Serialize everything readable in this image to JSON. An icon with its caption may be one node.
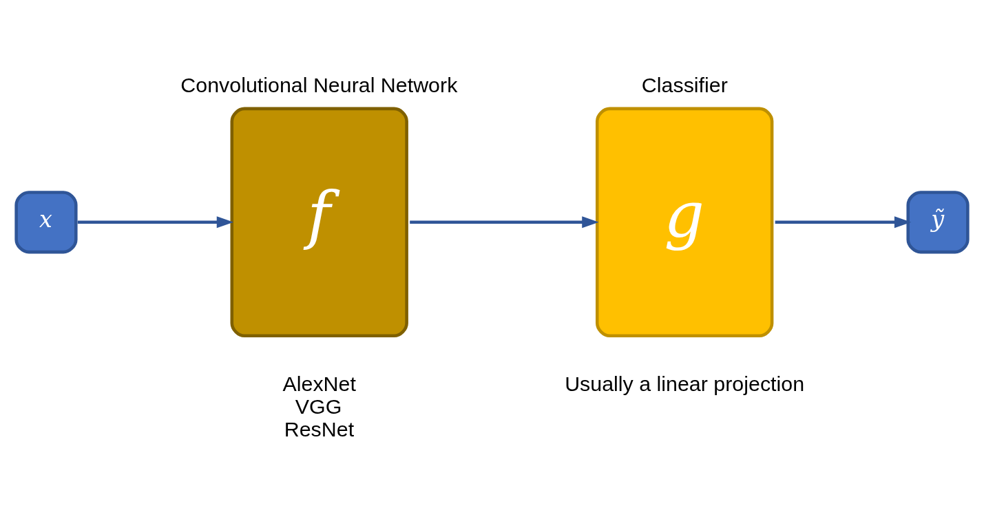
{
  "diagram": {
    "nodes": [
      {
        "text": [
          "x"
        ]
      },
      {
        "text": [
          "Convolutional Neural Network",
          "f"
        ],
        "beside": [
          "AlexNet",
          "VGG",
          "ResNet"
        ]
      },
      {
        "text": [
          "Classifier",
          "g"
        ],
        "beside": [
          "Usually a linear projection"
        ]
      },
      {
        "text": [
          "ỹ"
        ]
      }
    ],
    "edges": [
      {
        "from": 0,
        "to": 1,
        "arrow": "to"
      },
      {
        "from": 1,
        "to": 2,
        "arrow": "to"
      },
      {
        "from": 2,
        "to": 3,
        "arrow": "to"
      }
    ]
  }
}
